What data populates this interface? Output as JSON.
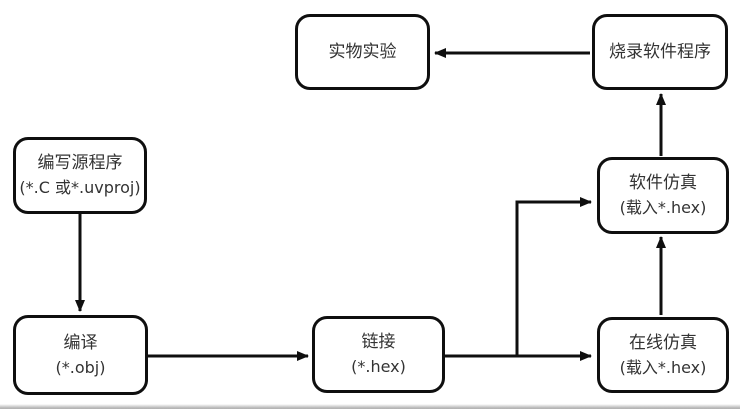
{
  "diagram": {
    "background": "#ffffff",
    "line_color": "#0f0f0f",
    "text_color": "#333333",
    "nodes": {
      "physical_experiment": {
        "line1": "实物实验",
        "line2": ""
      },
      "burn_program": {
        "line1": "烧录软件程序",
        "line2": ""
      },
      "write_source": {
        "line1": "编写源程序",
        "line2": "(*.C 或*.uvproj)"
      },
      "compile": {
        "line1": "编译",
        "line2": "(*.obj)"
      },
      "link": {
        "line1": "链接",
        "line2": "(*.hex)"
      },
      "software_sim": {
        "line1": "软件仿真",
        "line2": "(载入*.hex)"
      },
      "online_sim": {
        "line1": "在线仿真",
        "line2": "(载入*.hex)"
      }
    },
    "edges": [
      {
        "from": "write_source",
        "to": "compile"
      },
      {
        "from": "compile",
        "to": "link"
      },
      {
        "from": "link",
        "to": "online_sim"
      },
      {
        "from": "link",
        "to": "software_sim"
      },
      {
        "from": "online_sim",
        "to": "software_sim"
      },
      {
        "from": "software_sim",
        "to": "burn_program"
      },
      {
        "from": "burn_program",
        "to": "physical_experiment"
      }
    ]
  }
}
